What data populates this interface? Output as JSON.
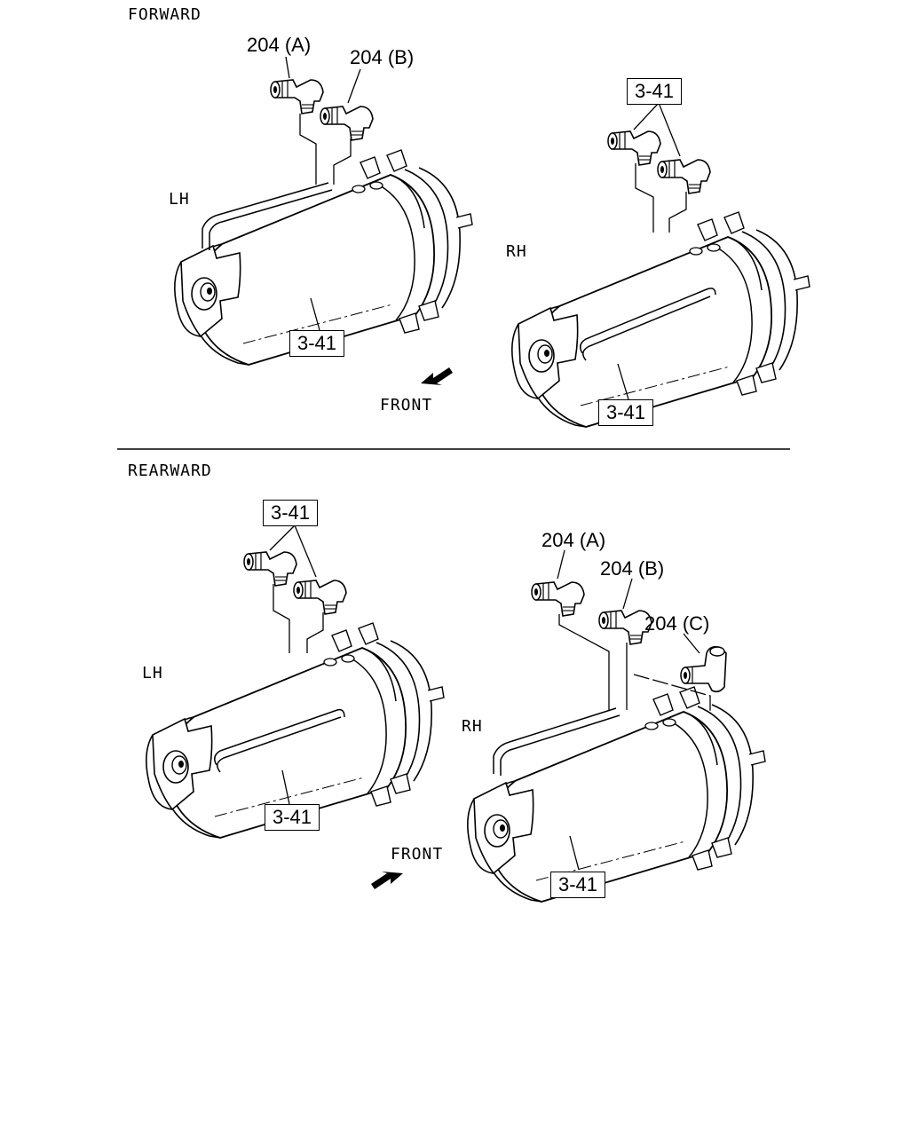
{
  "sections": {
    "forward": {
      "title": "FORWARD",
      "lh": {
        "side": "LH",
        "fittings": [
          "204 (A)",
          "204 (B)"
        ],
        "ref": "3-41"
      },
      "rh": {
        "side": "RH",
        "fittings_ref": "3-41",
        "ref": "3-41"
      },
      "direction": "FRONT"
    },
    "rearward": {
      "title": "REARWARD",
      "lh": {
        "side": "LH",
        "fittings_ref": "3-41",
        "ref": "3-41"
      },
      "rh": {
        "side": "RH",
        "fittings": [
          "204 (A)",
          "204 (B)",
          "204 (C)"
        ],
        "ref": "3-41"
      },
      "direction": "FRONT"
    }
  }
}
